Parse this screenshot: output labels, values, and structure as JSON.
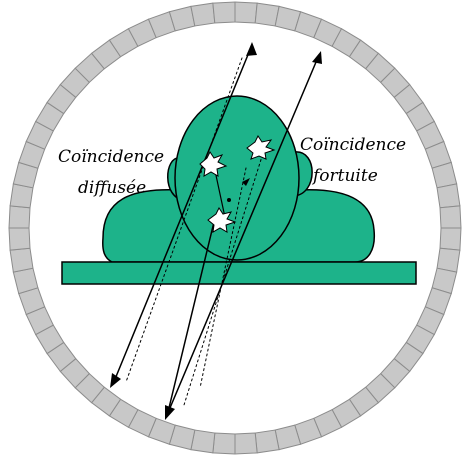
{
  "diagram": {
    "labels": {
      "scattered": [
        "Coïncidence",
        "diffusée"
      ],
      "random": [
        "Coïncidence",
        "fortuite"
      ]
    },
    "detector_ring": {
      "segment_count": 64,
      "fill_color": "#c8c8c8",
      "edge_color": "#8c8c8c"
    },
    "patient": {
      "body_color": "#1db38a",
      "table_color": "#1db38a",
      "outline_color": "#000000"
    },
    "events": {
      "flash_color": "#ffffff",
      "line_color": "#000000"
    }
  }
}
